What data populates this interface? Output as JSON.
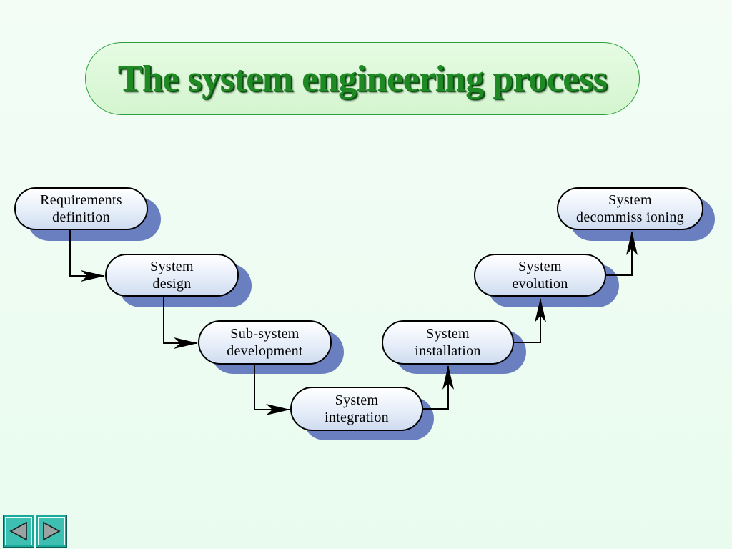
{
  "title": "The system engineering process",
  "nodes": [
    {
      "id": "requirements",
      "line1": "Requirements",
      "line2": "definition"
    },
    {
      "id": "design",
      "line1": "System",
      "line2": "design"
    },
    {
      "id": "subsystem",
      "line1": "Sub-system",
      "line2": "development"
    },
    {
      "id": "integration",
      "line1": "System",
      "line2": "integration"
    },
    {
      "id": "installation",
      "line1": "System",
      "line2": "installation"
    },
    {
      "id": "evolution",
      "line1": "System",
      "line2": "evolution"
    },
    {
      "id": "decommissioning",
      "line1": "System",
      "line2": "decommiss ioning"
    }
  ],
  "navigation": {
    "prev_icon": "triangle-left-icon",
    "next_icon": "triangle-right-icon"
  },
  "colors": {
    "title": "#1f8a24",
    "node_shadow": "#6a7fbf",
    "nav_button": "#1aa89a"
  }
}
